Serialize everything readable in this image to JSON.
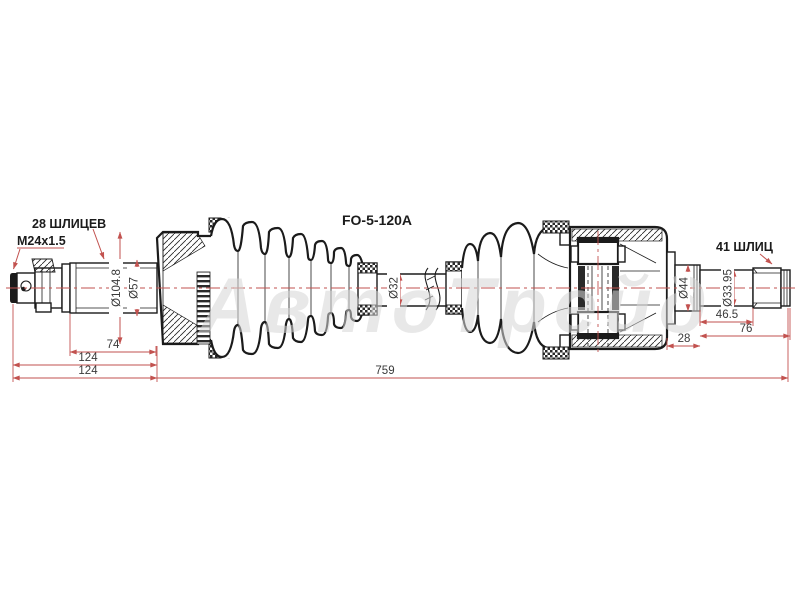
{
  "drawing": {
    "part_number": "FO-5-120A",
    "watermark": "АвтоТрейд",
    "labels": {
      "left_splines": "28 ШЛИЦЕВ",
      "thread_spec": "M24x1.5",
      "right_splines": "41 ШЛИЦ"
    },
    "dimensions": {
      "outer_joint_diameter": "Ø104.8",
      "stem_diameter": "Ø57",
      "shaft_diameter": "Ø32",
      "inner_stub_diameter": "Ø44",
      "spline_stub_diameter": "Ø33.95",
      "stub_length": "74",
      "outer_length_1": "124",
      "outer_length_2": "124",
      "total_length": "759",
      "stub_section_length": "46.5",
      "inner_stub_length": "76",
      "housing_offset": "28"
    },
    "colors": {
      "dimension_line": "#c2524f",
      "drawing_line": "#1b1b1b",
      "dimension_text": "#3a3a3a",
      "watermark": "#d7d7d7",
      "background": "#ffffff"
    }
  }
}
